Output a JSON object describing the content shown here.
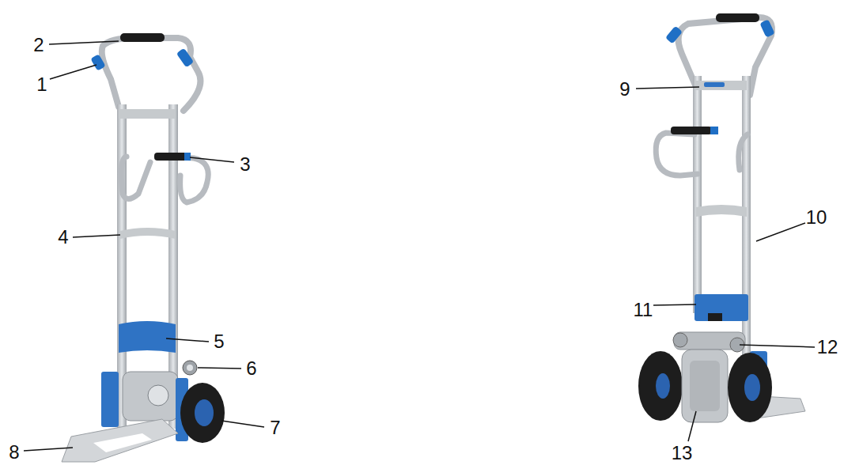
{
  "diagram": {
    "labels": [
      "1",
      "2",
      "3",
      "4",
      "5",
      "6",
      "7",
      "8",
      "9",
      "10",
      "11",
      "12",
      "13"
    ]
  }
}
